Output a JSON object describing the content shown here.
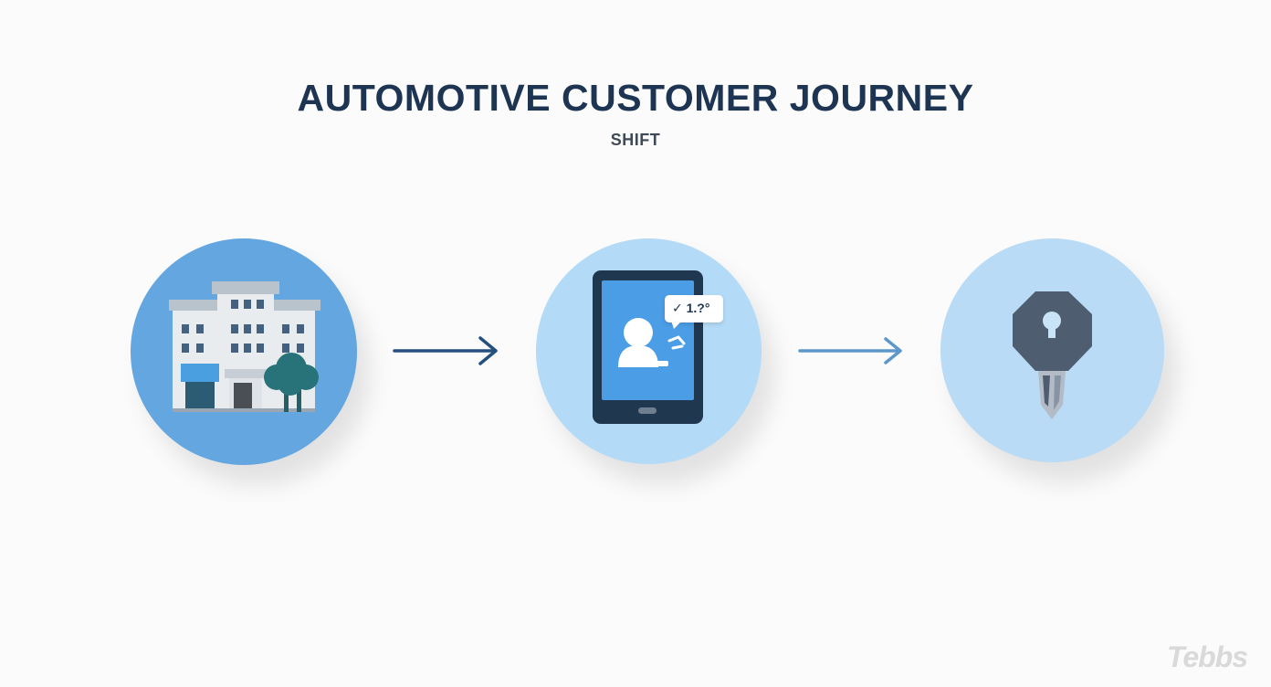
{
  "title": "AUTOMOTIVE CUSTOMER JOURNEY",
  "subtitle": "SHIFT",
  "steps": [
    {
      "icon": "dealership-building-icon",
      "color": "#63a6e0"
    },
    {
      "icon": "tablet-profile-icon",
      "color": "#b3daf6",
      "badge_text": "✓ 1.?°"
    },
    {
      "icon": "car-key-icon",
      "color": "#b9dbf6"
    }
  ],
  "arrows": [
    {
      "icon": "arrow-right-icon",
      "color": "#24507f"
    },
    {
      "icon": "arrow-right-icon",
      "color": "#5e98cb"
    }
  ],
  "watermark": "Tebbs"
}
